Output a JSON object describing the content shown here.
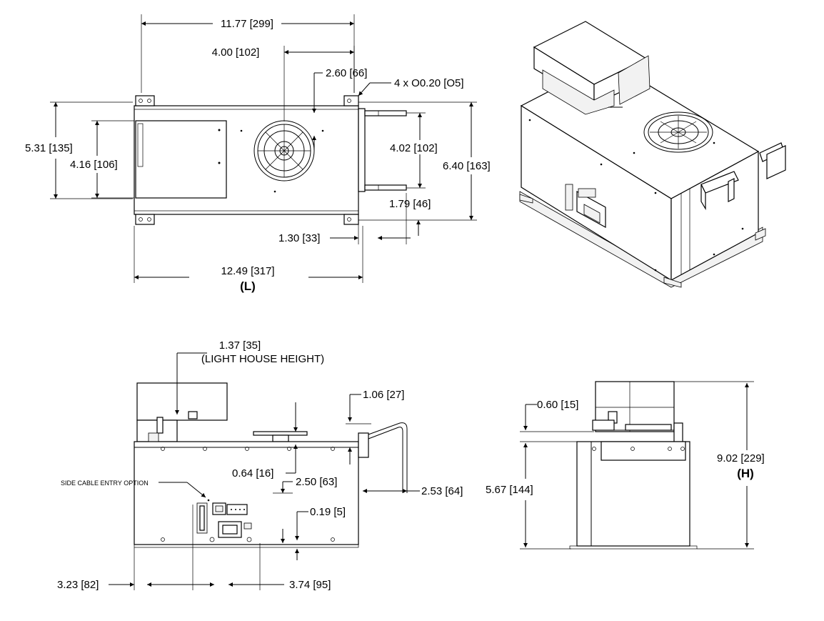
{
  "top_view": {
    "overall_width": "11.77 [299]",
    "fan_offset": "4.00 [102]",
    "hole_offset": "2.60 [66]",
    "hole_callout": "4 x O0.20 [O5]",
    "height_outer": "5.31 [135]",
    "height_inner": "4.16 [106]",
    "handle_spacing": "4.02 [102]",
    "total_depth": "6.40 [163]",
    "handle_depth": "1.79 [46]",
    "handle_offset": "1.30 [33]",
    "overall_length": "12.49 [317]",
    "length_tag": "(L)"
  },
  "front_view": {
    "lighthouse_dim": "1.37 [35]",
    "lighthouse_note": "(LIGHT HOUSE HEIGHT)",
    "handle_height": "1.06 [27]",
    "fan_height": "0.64 [16]",
    "connector_height": "2.50 [63]",
    "handle_projection": "2.53 [64]",
    "base_offset": "0.19 [5]",
    "cable_note": "SIDE CABLE ENTRY OPTION",
    "connector_left": "3.23 [82]",
    "connector_right": "3.74 [95]"
  },
  "side_view": {
    "top_offset": "0.60 [15]",
    "body_height": "5.67 [144]",
    "overall_height": "9.02 [229]",
    "height_tag": "(H)"
  }
}
